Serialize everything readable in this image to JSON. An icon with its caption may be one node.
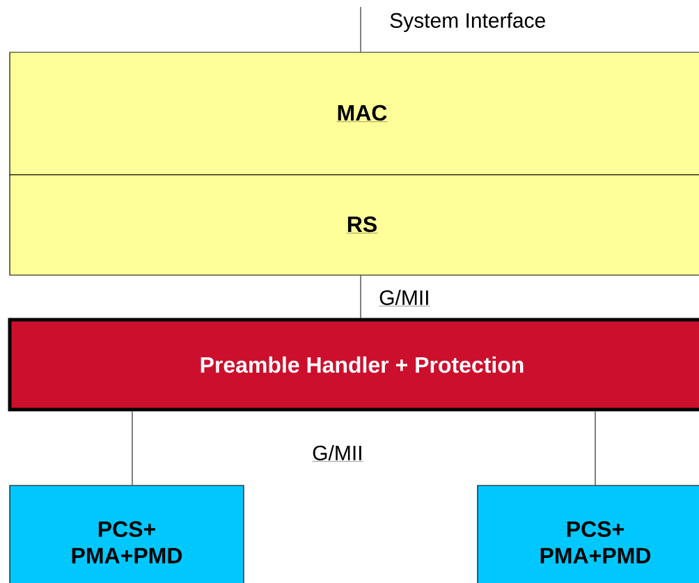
{
  "diagram": {
    "nodes": [
      {
        "text": [
          "MAC"
        ]
      },
      {
        "text": [
          "RS"
        ]
      },
      {
        "text": [
          "Preamble Handler +  Protection"
        ]
      },
      {
        "text": [
          "PCS+ PMA+PMD"
        ]
      },
      {
        "text": [
          "PCS+ PMA+PMD"
        ]
      }
    ],
    "edges": [
      {
        "from": null,
        "to": 0,
        "arrow": "none",
        "label": "System Interface"
      },
      {
        "from": 1,
        "to": 2,
        "arrow": "none",
        "label": "G/MII"
      },
      {
        "from": 2,
        "to": 3,
        "arrow": "none"
      },
      {
        "from": 2,
        "to": 4,
        "arrow": "none"
      }
    ],
    "labels": [
      "G/MII"
    ]
  }
}
